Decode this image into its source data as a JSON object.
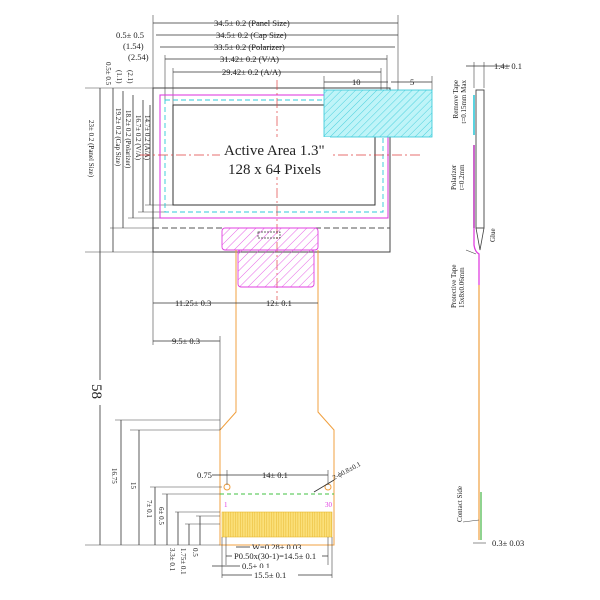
{
  "top_dims": {
    "panel": "34.5± 0.2 (Panel Size)",
    "cap": "34.5± 0.2 (Cap Size)",
    "polarizer": "33.5± 0.2 (Polarizer)",
    "va": "31.42± 0.2 (V/A)",
    "aa": "29.42± 0.2 (A/A)",
    "offset1": "0.5± 0.5",
    "offset2": "(1.54)",
    "offset3": "(2.54)",
    "tape_w": "10",
    "tape_over": "5"
  },
  "left_dims": {
    "v_offset1": "0.5± 0.5",
    "v_offset2": "(1.1)",
    "v_offset3": "(2.1)",
    "aa": "14.7± 0.2 (A/A)",
    "va": "16.7± 0.2 (V/A)",
    "polarizer": "18.2± 0.2 (Polarizer)",
    "cap": "19.2± 0.2 (Cap Size)",
    "panel": "23± 0.2 (Panel Size)",
    "total": "58"
  },
  "active_area": {
    "line1": "Active Area 1.3\"",
    "line2": "128 x 64 Pixels"
  },
  "fpc_dims": {
    "left_offset": "11.25± 0.3",
    "width": "12± 0.1",
    "left_offset2": "9.5± 0.3",
    "h1": "16.75",
    "h2": "15",
    "h3": "7± 0.1",
    "h4": "6± 0.5",
    "h5": "3.3± 0.1",
    "h6": "1.75± 0.1",
    "h7": "0.5",
    "hole_offset": "0.75",
    "hole_span": "14± 0.1",
    "hole_dia": "2-ϕ0.8±0.1",
    "pin_first": "1",
    "pin_last": "30",
    "pin_w": "W=0.28± 0.03",
    "pitch": "P0.50x(30-1)=14.5± 0.1",
    "edge": "0.5± 0.1",
    "total_w": "15.5± 0.1"
  },
  "side_view": {
    "thickness": "1.4± 0.1",
    "remove_tape": "Remove Tape",
    "remove_tape_t": "t=0.15mm Max",
    "polarizer": "Polarizer",
    "polarizer_t": "t=0.2mm",
    "glue": "Glue",
    "protective_tape": "Protective Tape",
    "protective_tape_size": "15x8x0.06mm",
    "contact_side": "Contact Side",
    "fpc_t": "0.3± 0.03"
  },
  "colors": {
    "magenta": "#e040e0",
    "cyan": "#30d0e0",
    "orange": "#f0a040",
    "green": "#40c040",
    "yellow": "#f8d860"
  }
}
